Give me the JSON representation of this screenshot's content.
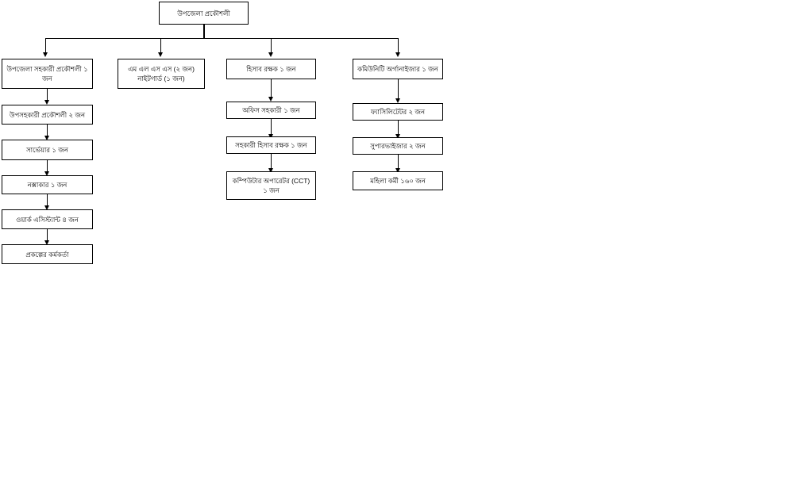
{
  "chart_data": {
    "type": "diagram",
    "title": "",
    "orientation": "top-down",
    "root": {
      "id": "upazila-engineer",
      "label": "উপজেলা প্রকৌশলী"
    },
    "branches": [
      {
        "id": "branch-1",
        "nodes": [
          {
            "id": "b1-n1",
            "label": "উপজেলা সহকারী প্রকৌশলী ১ জন"
          },
          {
            "id": "b1-n2",
            "label": "উপসহকারী প্রকৌশলী ২ জন"
          },
          {
            "id": "b1-n3",
            "label": "সার্ভেয়ার ১ জন"
          },
          {
            "id": "b1-n4",
            "label": "নক্সাকার ১ জন"
          },
          {
            "id": "b1-n5",
            "label": "ওয়ার্ক এসিস্ট্যান্ট ৪ জন"
          },
          {
            "id": "b1-n6",
            "label": "প্রকল্পের কর্মকর্তা"
          }
        ]
      },
      {
        "id": "branch-2",
        "nodes": [
          {
            "id": "b2-n1",
            "label": "এম এল এস এস (২ জন)",
            "label2": "নাইটগার্ড (১ জন)"
          }
        ]
      },
      {
        "id": "branch-3",
        "nodes": [
          {
            "id": "b3-n1",
            "label": "হিসাব রক্ষক ১ জন"
          },
          {
            "id": "b3-n2",
            "label": "অফিস সহকারী ১ জন"
          },
          {
            "id": "b3-n3",
            "label": "সহকারী হিসাব রক্ষক ১ জন"
          },
          {
            "id": "b3-n4",
            "label": "কম্পিউটার অপারেটর (CCT) ১ জন"
          }
        ]
      },
      {
        "id": "branch-4",
        "nodes": [
          {
            "id": "b4-n1",
            "label": "কমিউনিটি অর্গানাইজার ১ জন"
          },
          {
            "id": "b4-n2",
            "label": "ফ্যাসিলিটেটর ২ জন"
          },
          {
            "id": "b4-n3",
            "label": "সুপারভাইজার ২ জন"
          },
          {
            "id": "b4-n4",
            "label": "মহিলা কর্মী ১৬০ জন"
          }
        ]
      }
    ],
    "colors": {
      "box_border": "#000000",
      "box_fill": "#ffffff",
      "connector": "#000000",
      "text": "#000000",
      "background": "#ffffff"
    }
  }
}
